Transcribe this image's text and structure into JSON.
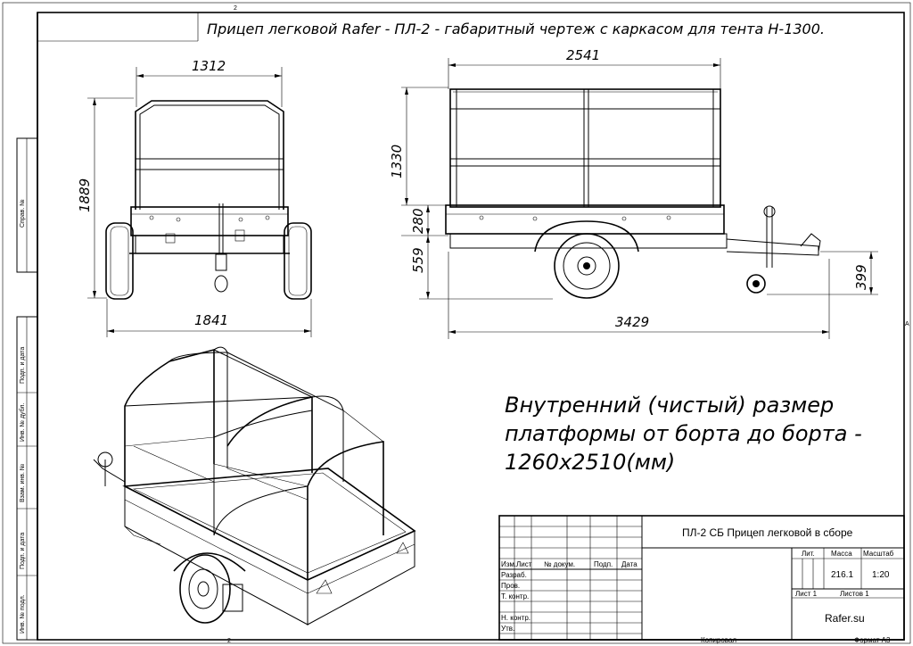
{
  "title": "Прицеп легковой Rafer - ПЛ-2 - габаритный чертеж с каркасом для тента Н-1300.",
  "dimensions": {
    "front_width_top": "1312",
    "front_height": "1889",
    "front_width_bottom": "1841",
    "side_length_top": "2541",
    "side_height_frame": "1330",
    "side_board_height": "280",
    "side_floor_height": "559",
    "side_total_length": "3429",
    "side_hitch_height": "399"
  },
  "note": {
    "line1": "Внутренний (чистый) размер",
    "line2": "платформы от борта до борта -",
    "line3": "1260х2510(мм)"
  },
  "title_block": {
    "designation": "ПЛ-2 СБ Прицеп легковой в сборе",
    "col_headers": [
      "Изм.",
      "Лист",
      "№ докум.",
      "Подп.",
      "Дата"
    ],
    "rows": [
      "Разраб.",
      "Пров.",
      "Т. контр.",
      "",
      "Н. контр.",
      "Утв."
    ],
    "lit_label": "Лит.",
    "mass_label": "Масса",
    "scale_label": "Масштаб",
    "mass_value": "216.1",
    "scale_value": "1:20",
    "sheet_label": "Лист 1",
    "sheets_label": "Листов 1",
    "company": "Rafer.su",
    "copied": "Копировал",
    "format": "Формат А3"
  },
  "side_stamps": [
    "Справ. №",
    "Подп. и дата",
    "Инв. № дубл.",
    "Взам. инв. №",
    "Подп. и дата",
    "Инв. № подл."
  ],
  "zone_labels": {
    "top_2": "2",
    "bottom_2": "2",
    "right_a": "A"
  }
}
